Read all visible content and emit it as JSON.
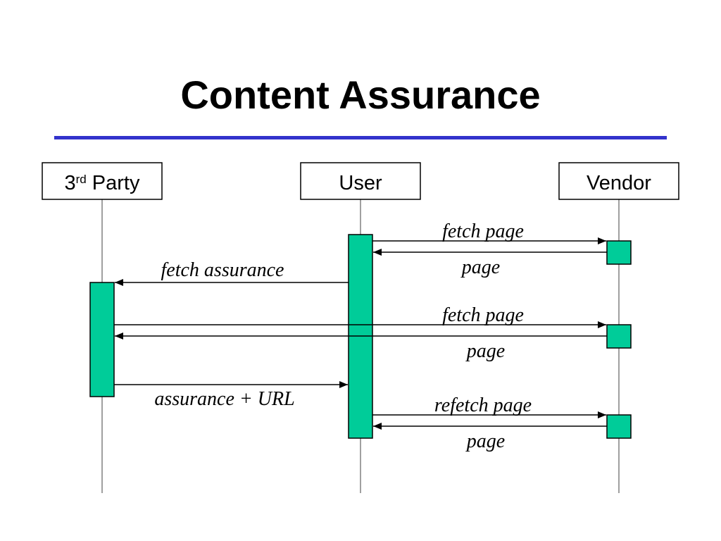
{
  "title": "Content Assurance",
  "colors": {
    "rule": "#3333CC",
    "activation_fill": "#00CC99",
    "line": "#000000",
    "lifeline": "#808080"
  },
  "actors": {
    "third_party": {
      "base": "3",
      "sup": "rd",
      "rest": " Party"
    },
    "user": "User",
    "vendor": "Vendor"
  },
  "messages": [
    {
      "id": "m1",
      "from": "user",
      "to": "vendor",
      "label": "fetch page"
    },
    {
      "id": "m2",
      "from": "vendor",
      "to": "user",
      "label": "page"
    },
    {
      "id": "m3",
      "from": "user",
      "to": "third_party",
      "label": "fetch assurance"
    },
    {
      "id": "m4",
      "from": "third_party",
      "to": "vendor",
      "label": "fetch page"
    },
    {
      "id": "m5",
      "from": "vendor",
      "to": "third_party",
      "label": "page"
    },
    {
      "id": "m6",
      "from": "third_party",
      "to": "user",
      "label": "assurance + URL"
    },
    {
      "id": "m7",
      "from": "user",
      "to": "vendor",
      "label": "refetch page"
    },
    {
      "id": "m8",
      "from": "vendor",
      "to": "user",
      "label": "page"
    }
  ]
}
